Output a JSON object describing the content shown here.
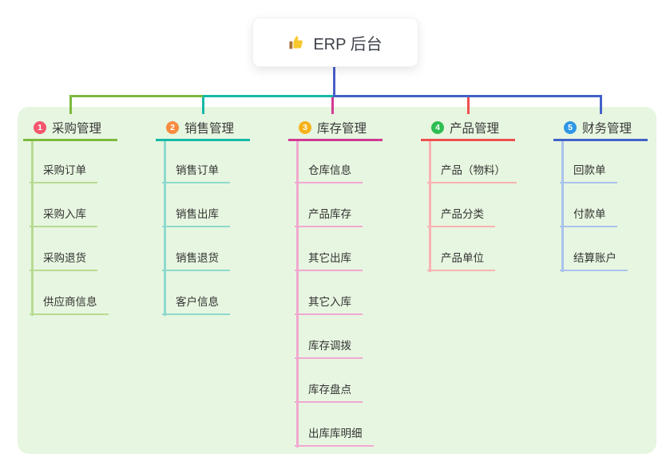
{
  "root": {
    "label": "ERP 后台",
    "icon": "thumbs-up-icon"
  },
  "panel_bg": "#e7f6e0",
  "root_connector_color": "#4a5fc7",
  "branches": [
    {
      "badge": "1",
      "badge_color": "#f4566e",
      "line_color": "#7cb93e",
      "child_line_color": "#b7dc92",
      "label": "采购管理",
      "children": [
        "采购订单",
        "采购入库",
        "采购退货",
        "供应商信息"
      ]
    },
    {
      "badge": "2",
      "badge_color": "#f78c40",
      "line_color": "#16b9a7",
      "child_line_color": "#8fd9ce",
      "label": "销售管理",
      "children": [
        "销售订单",
        "销售出库",
        "销售退货",
        "客户信息"
      ]
    },
    {
      "badge": "3",
      "badge_color": "#f6b21b",
      "line_color": "#d13a92",
      "child_line_color": "#f0a8d2",
      "label": "库存管理",
      "children": [
        "仓库信息",
        "产品库存",
        "其它出库",
        "其它入库",
        "库存调拨",
        "库存盘点",
        "出库库明细"
      ]
    },
    {
      "badge": "4",
      "badge_color": "#2ebd52",
      "line_color": "#ef5050",
      "child_line_color": "#f8b2b2",
      "label": "产品管理",
      "children": [
        "产品（物料）",
        "产品分类",
        "产品单位"
      ]
    },
    {
      "badge": "5",
      "badge_color": "#2f97e5",
      "line_color": "#4262c8",
      "child_line_color": "#a9c3ec",
      "label": "财务管理",
      "children": [
        "回款单",
        "付款单",
        "结算账户"
      ]
    }
  ]
}
